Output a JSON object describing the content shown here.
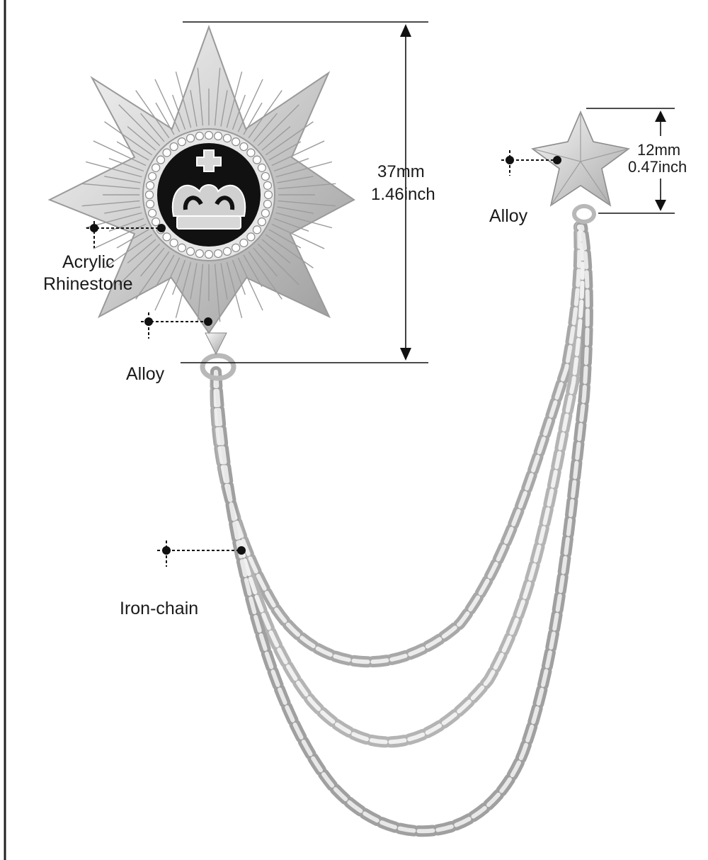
{
  "labels": {
    "rhinestone_line1": "Acrylic",
    "rhinestone_line2": "Rhinestone",
    "alloy_main": "Alloy",
    "alloy_star": "Alloy",
    "iron_chain": "Iron-chain"
  },
  "dimensions": {
    "badge_mm": "37mm",
    "badge_inch": "1.46inch",
    "star_mm": "12mm",
    "star_inch": "0.47inch"
  },
  "colors": {
    "silver_light": "#f2f2f2",
    "silver_mid": "#c8c8c8",
    "silver_dark": "#8e8e8e",
    "enamel": "#111111",
    "line": "#111111"
  },
  "icons": [
    "crown-emblem-icon",
    "star-pin-icon",
    "leader-marker-icon"
  ]
}
